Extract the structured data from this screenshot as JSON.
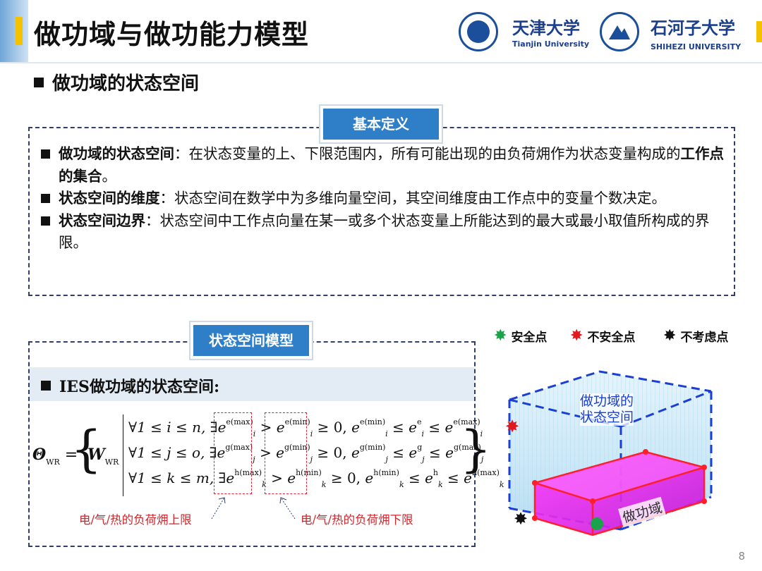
{
  "title": "做功域与做功能力模型",
  "logos": {
    "tju_cn": "天津大学",
    "tju_en": "Tianjin University",
    "shz_cn": "石河子大学",
    "shz_en": "SHIHEZI UNIVERSITY"
  },
  "section_title": "做功域的状态空间",
  "definition_box": {
    "tag": "基本定义",
    "items": [
      {
        "bold": "做功域的状态空间",
        "text1": "：在状态变量的上、下限范围内，所有可能出现的由负荷㶲作为状态变量构成的",
        "bold2": "工作点的集合",
        "text2": "。"
      },
      {
        "bold": "状态空间的维度",
        "text1": "：状态空间在数学中为多维向量空间，其空间维度由工作点中的变量个数决定。",
        "bold2": "",
        "text2": ""
      },
      {
        "bold": "状态空间边界",
        "text1": "：状态空间中工作点向量在某一或多个状态变量上所能达到的最大或最小取值所构成的界限。",
        "bold2": "",
        "text2": ""
      }
    ]
  },
  "model_box": {
    "tag": "状态空间模型",
    "heading": "IES做功域的状态空间:",
    "formula_lhs": "Θ",
    "formula_lhs_sub": "WR",
    "formula_w": "W",
    "formula_w_sub": "WR",
    "caption_upper": "电/气/热的负荷㶲上限",
    "caption_lower": "电/气/热的负荷㶲下限"
  },
  "legend": {
    "safe": "安全点",
    "unsafe": "不安全点",
    "ignore": "不考虑点",
    "safe_color": "#1aa34a",
    "unsafe_color": "#e0191f",
    "ignore_color": "#111111"
  },
  "figure": {
    "label_space": "做功域的\n状态空间",
    "label_space_l1": "做功域的",
    "label_space_l2": "状态空间",
    "label_domain": "做功域"
  },
  "page_number": "8",
  "colors": {
    "accent": "#f5c200",
    "tag_blue": "#2f7fc8",
    "box_dash": "#2f3f6a",
    "red": "#d2232a"
  }
}
